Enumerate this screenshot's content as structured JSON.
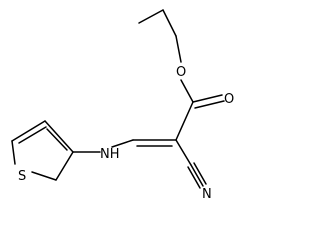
{
  "molecule": {
    "atom_labels": {
      "ester_oxygen": "O",
      "carbonyl_oxygen": "O",
      "nitrile_nitrogen": "N",
      "amine": "NH",
      "thiophene_sulfur": "S"
    },
    "colors": {
      "bond": "#000000",
      "label": "#000000",
      "background": "#ffffff"
    }
  }
}
